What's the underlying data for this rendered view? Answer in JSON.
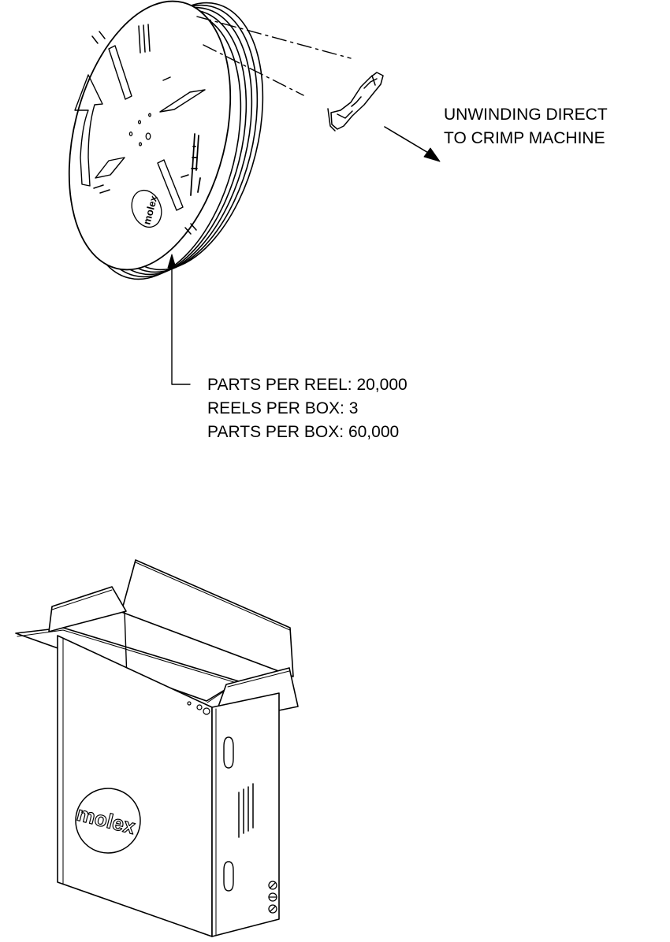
{
  "unwinding": {
    "line1": "UNWINDING DIRECT",
    "line2": "TO CRIMP MACHINE"
  },
  "packaging": {
    "parts_per_reel": "PARTS PER REEL: 20,000",
    "reels_per_box": "REELS PER BOX: 3",
    "parts_per_box": "PARTS PER BOX: 60,000"
  },
  "logos": {
    "reel_logo": "molex",
    "box_logo": "molex"
  },
  "colors": {
    "ink": "#000000",
    "paper": "#ffffff"
  }
}
